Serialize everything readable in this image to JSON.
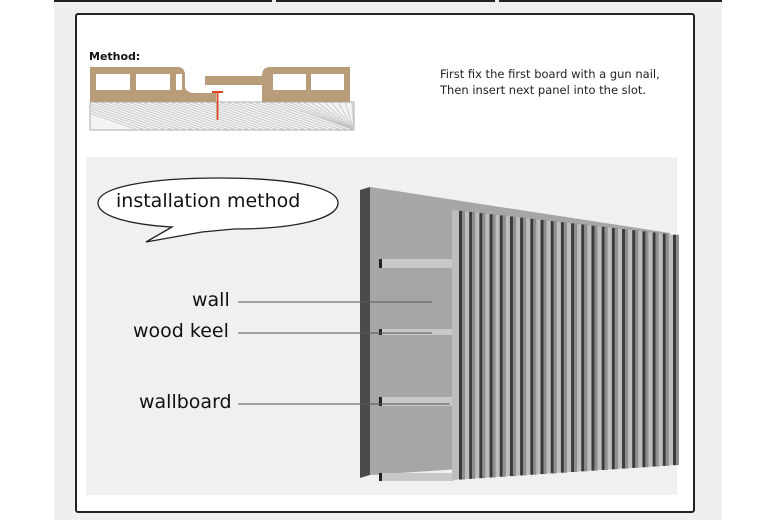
{
  "method": {
    "label": "Method:",
    "instructions": [
      "First fix the first board with a gun nail,",
      "Then insert next panel into the slot."
    ],
    "colors": {
      "board": "#b99c79",
      "nail": "#d9441e",
      "substrate_hatch": "#bbbbbb"
    }
  },
  "diagram": {
    "bubble_label": "installation method",
    "callouts": [
      {
        "id": "wall",
        "label": "wall"
      },
      {
        "id": "wood-keel",
        "label": "wood keel"
      },
      {
        "id": "wallboard",
        "label": "wallboard"
      }
    ],
    "colors": {
      "wall_face": "#a6a6a6",
      "wall_edge": "#4a4a4a",
      "panel_light": "#bdbdbd",
      "panel_dark": "#3a3a3a"
    },
    "panel_grooves": 22
  }
}
